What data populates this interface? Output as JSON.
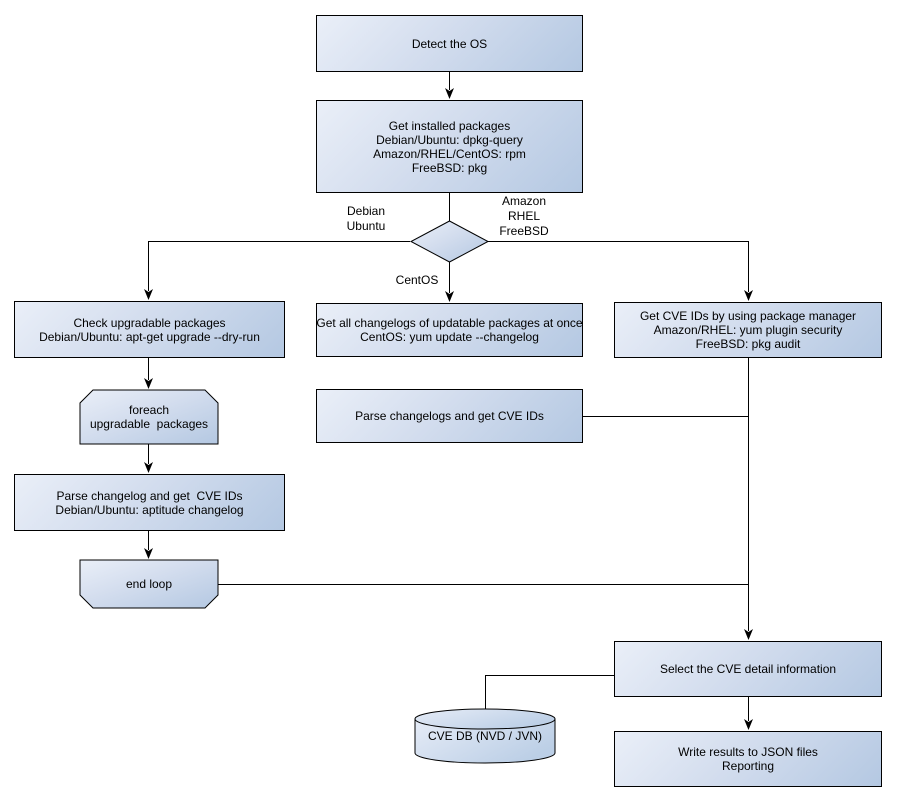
{
  "nodes": {
    "detect_os": {
      "lines": [
        "Detect the OS"
      ]
    },
    "get_installed_packages": {
      "lines": [
        "Get installed packages",
        "Debian/Ubuntu: dpkg-query",
        "Amazon/RHEL/CentOS: rpm",
        "FreeBSD: pkg"
      ]
    },
    "check_upgradable": {
      "lines": [
        "Check upgradable packages",
        "Debian/Ubuntu: apt-get upgrade --dry-run"
      ]
    },
    "foreach_loop": {
      "lines": [
        "foreach",
        "upgradable  packages"
      ]
    },
    "parse_changelog_deb": {
      "lines": [
        "Parse changelog and get  CVE IDs",
        "Debian/Ubuntu: aptitude changelog"
      ]
    },
    "end_loop": {
      "lines": [
        "end loop"
      ]
    },
    "get_all_changelogs": {
      "lines": [
        "Get all changelogs of updatable packages at once",
        "CentOS: yum update --changelog"
      ]
    },
    "parse_changelogs_centos": {
      "lines": [
        "Parse changelogs and get CVE IDs"
      ]
    },
    "get_cve_ids_pkg_mgr": {
      "lines": [
        "Get CVE IDs by using package manager",
        "Amazon/RHEL: yum plugin security",
        "FreeBSD: pkg audit"
      ]
    },
    "select_cve_detail": {
      "lines": [
        "Select the CVE detail information"
      ]
    },
    "cve_db": {
      "lines": [
        "CVE DB (NVD / JVN)"
      ]
    },
    "write_results": {
      "lines": [
        "Write results to JSON files",
        "Reporting"
      ]
    }
  },
  "edge_labels": {
    "debian_ubuntu": {
      "lines": [
        "Debian",
        "Ubuntu"
      ]
    },
    "amazon_rhel_freebsd": {
      "lines": [
        "Amazon",
        "RHEL",
        "FreeBSD"
      ]
    },
    "centos": {
      "lines": [
        "CentOS"
      ]
    }
  },
  "colors": {
    "node_fill_light": "#eaeff8",
    "node_fill_dark": "#b4c8e2",
    "node_border": "#000000",
    "connector": "#000000",
    "background": "#ffffff"
  }
}
